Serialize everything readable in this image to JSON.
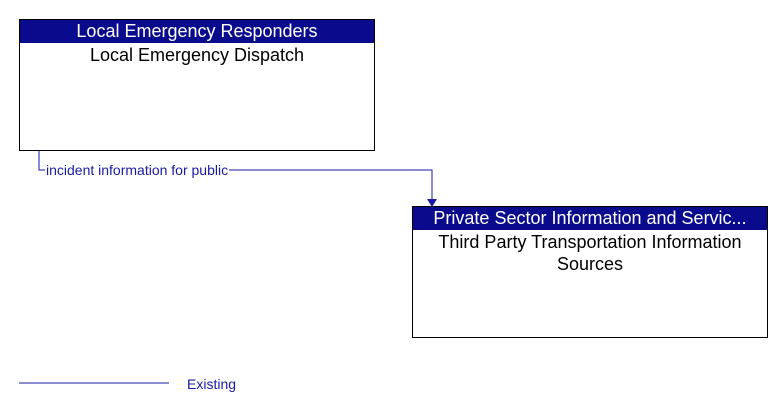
{
  "colors": {
    "header_fill": "#0a0a8c",
    "flow_line": "#1a1aa6"
  },
  "nodes": [
    {
      "header": "Local Emergency Responders",
      "body": "Local Emergency Dispatch"
    },
    {
      "header": "Private Sector Information and Servic...",
      "body": "Third Party Transportation Information Sources"
    }
  ],
  "flows": [
    {
      "label": "incident information for public",
      "from": "Local Emergency Dispatch",
      "to": "Third Party Transportation Information Sources",
      "status": "Existing"
    }
  ],
  "legend": {
    "existing": "Existing"
  }
}
